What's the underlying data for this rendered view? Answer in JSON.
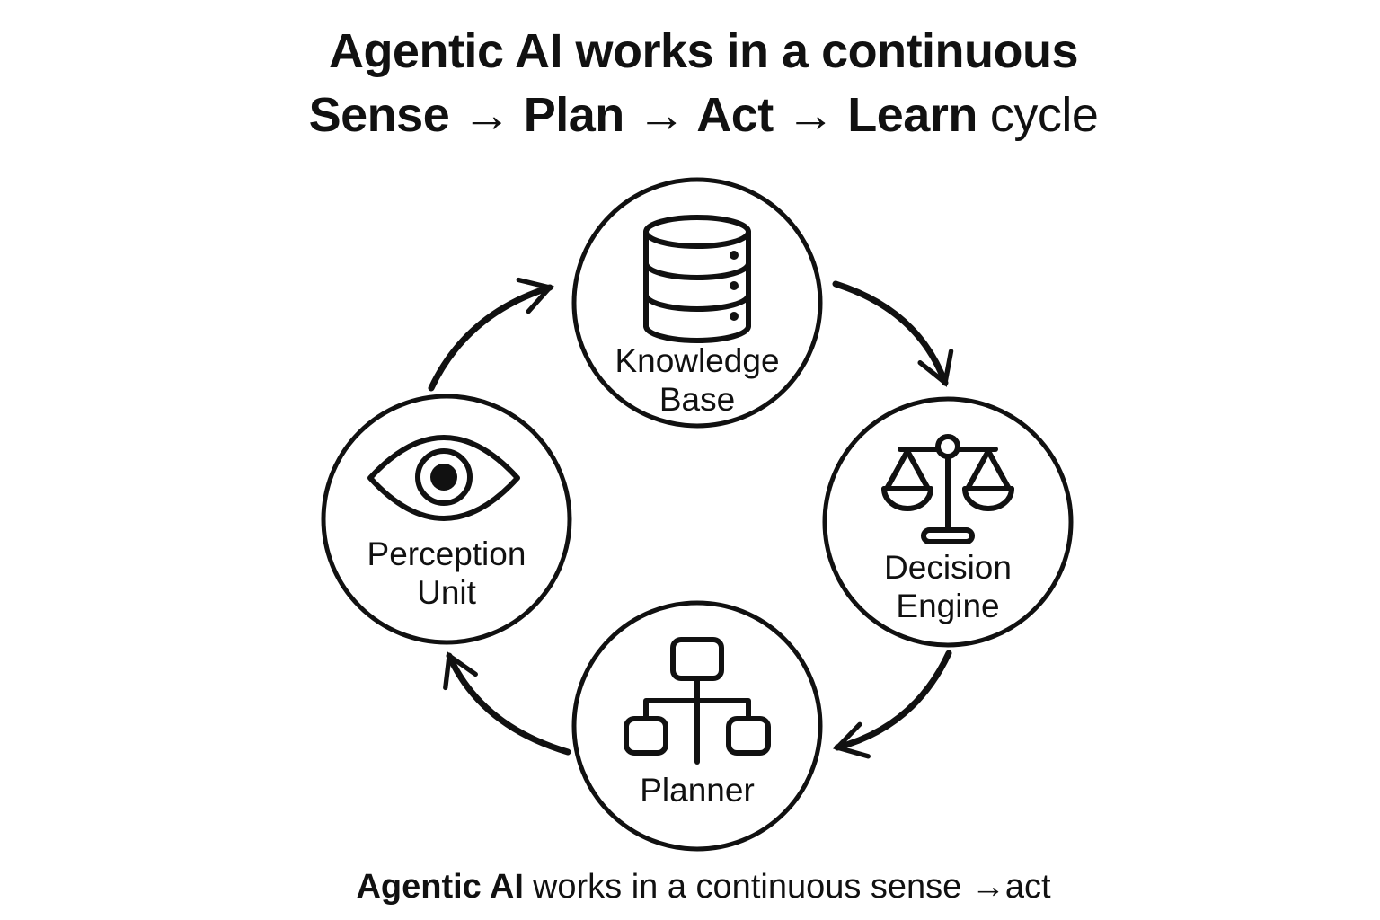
{
  "title": {
    "line1": "Agentic AI works in a continuous",
    "line2_bold": "Sense → Plan → Act → Learn",
    "line2_light": "cycle"
  },
  "caption": {
    "lead": "Agentic AI",
    "rest": "works in a continuous sense →act"
  },
  "cycle": {
    "nodes": [
      {
        "id": "knowledge-base",
        "icon": "database-icon",
        "lines": [
          "Knowledge",
          "Base"
        ]
      },
      {
        "id": "decision-engine",
        "icon": "scales-icon",
        "lines": [
          "Decision",
          "Engine"
        ]
      },
      {
        "id": "planner",
        "icon": "org-chart-icon",
        "lines": [
          "Planner"
        ]
      },
      {
        "id": "perception-unit",
        "icon": "eye-icon",
        "lines": [
          "Perception",
          "Unit"
        ]
      }
    ],
    "arrows": [
      {
        "from": "perception-unit",
        "to": "knowledge-base"
      },
      {
        "from": "knowledge-base",
        "to": "decision-engine"
      },
      {
        "from": "decision-engine",
        "to": "planner"
      },
      {
        "from": "planner",
        "to": "perception-unit"
      }
    ]
  },
  "colors": {
    "ink": "#111111",
    "background": "#ffffff"
  }
}
